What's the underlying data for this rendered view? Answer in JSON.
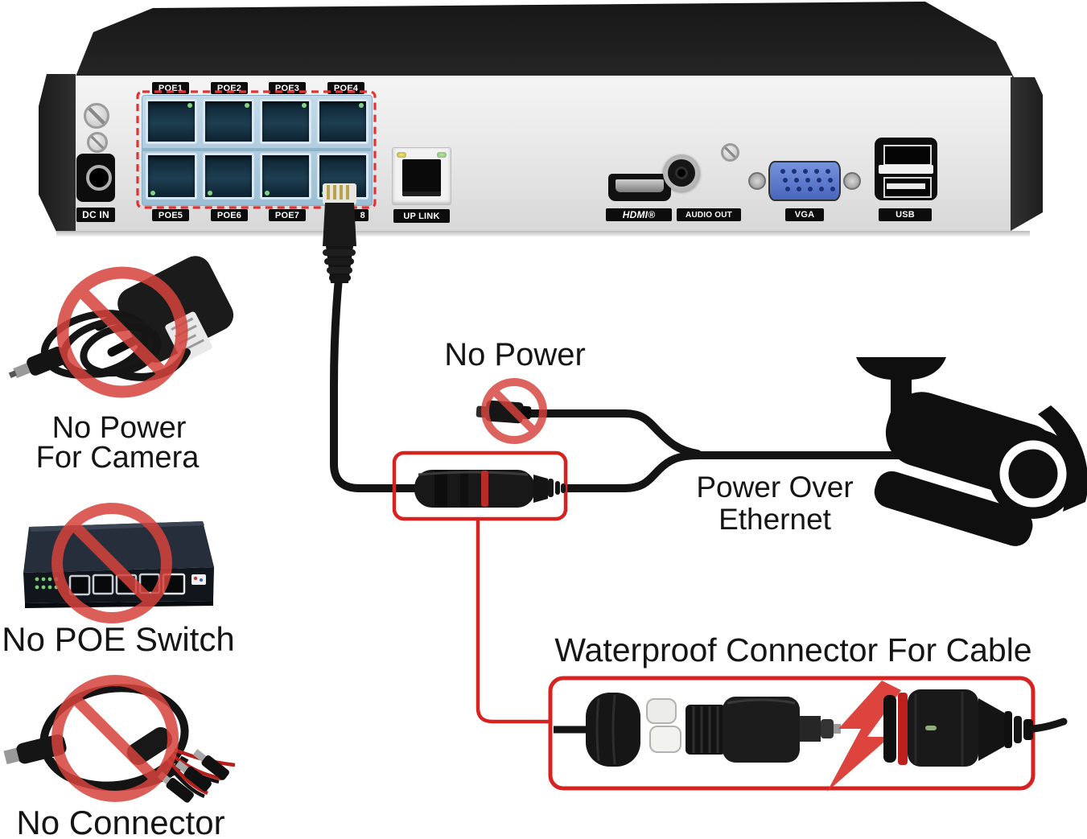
{
  "device": {
    "poe_labels_top": [
      "POE1",
      "POE2",
      "POE3",
      "POE4"
    ],
    "poe_labels_bottom": [
      "POE5",
      "POE6",
      "POE7"
    ],
    "poe8_fragment": "8",
    "dc_in_label": "DC IN",
    "uplink_label": "UP LINK",
    "hdmi_label": "HDMI®",
    "audio_out_label": "AUDIO OUT",
    "vga_label": "VGA",
    "usb_label": "USB"
  },
  "annotations": {
    "no_power": "No Power",
    "no_power_camera_line1": "No Power",
    "no_power_camera_line2": "For Camera",
    "no_poe_switch": "No POE Switch",
    "no_connector": "No Connector",
    "poe_line1": "Power Over",
    "poe_line2": "Ethernet",
    "waterproof_title": "Waterproof Connector For Cable"
  },
  "colors": {
    "prohibition_red": "#d6423c",
    "highlight_red": "#d8221f",
    "port_frame_blue": "#b5cede",
    "port_dark": "#13303f",
    "vga_blue": "#5b7fd0"
  }
}
